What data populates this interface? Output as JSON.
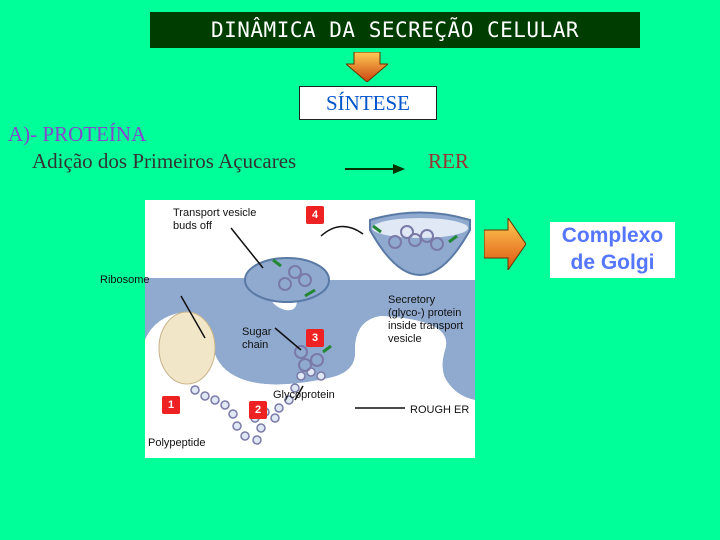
{
  "slide": {
    "title": "DINÂMICA DA SECREÇÃO CELULAR",
    "sintese": "SÍNTESE",
    "section": "A)- PROTEÍNA",
    "step_text": "Adição dos Primeiros Açucares",
    "target": "RER",
    "next": [
      "Complexo",
      "de Golgi"
    ]
  },
  "diagram": {
    "labels": {
      "vesicle_buds": [
        "Transport vesicle",
        "buds off"
      ],
      "ribosome": "Ribosome",
      "sugar_chain": [
        "Sugar",
        "chain"
      ],
      "secretory": [
        "Secretory",
        "(glyco-) protein",
        "inside transport",
        "vesicle"
      ],
      "glycoprotein": "Glycoprotein",
      "rough_er": "ROUGH ER",
      "polypeptide": "Polypeptide"
    },
    "steps": [
      "1",
      "2",
      "3",
      "4"
    ]
  },
  "colors": {
    "background": "#00ff99",
    "title_bg": "#003d00",
    "er_blue": "#8fa9cf",
    "step_red": "#ee2222",
    "golgi_text": "#5577ff"
  }
}
